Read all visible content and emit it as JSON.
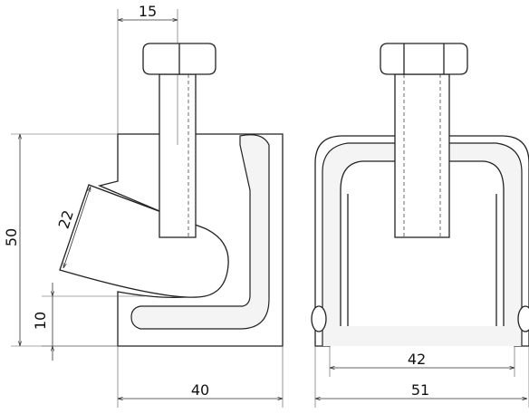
{
  "drawing": {
    "side_view": {
      "dimensions": {
        "bolt_head_width": "15",
        "height": "50",
        "slot_width": "22",
        "bottom_offset": "10",
        "width": "40"
      }
    },
    "front_view": {
      "dimensions": {
        "inner_width": "42",
        "outer_width": "51"
      }
    }
  }
}
